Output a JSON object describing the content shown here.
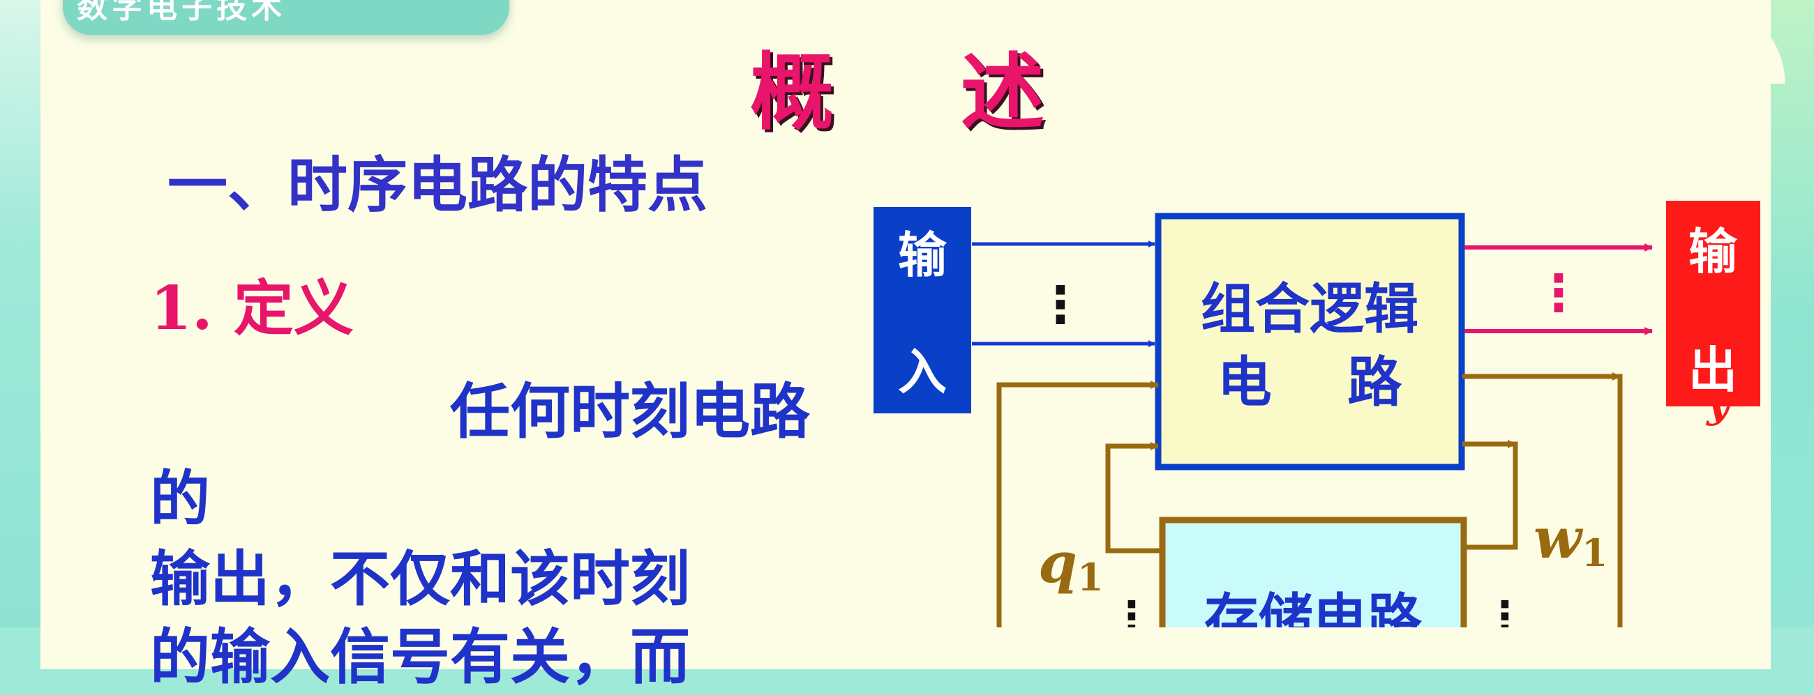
{
  "banner": {
    "text": "数字电子技术"
  },
  "slide": {
    "title": "概 述",
    "heading": "一、时序电路的特点",
    "definition_label": "1. 定义",
    "definition_lines": [
      "任何时刻电路",
      "的",
      "输出，不仅和该时刻",
      "的输入信号有关，而"
    ]
  },
  "diagram": {
    "input_label_top": "输",
    "input_label_bottom": "入",
    "output_label_top": "输",
    "output_label_bottom": "出",
    "logic_block_line1": "组合逻辑",
    "logic_block_line2": "电    路",
    "storage_block": "存储电路",
    "signal_q": "q",
    "signal_q_sub": "1",
    "signal_w": "w",
    "signal_w_sub": "1",
    "signal_y": "y",
    "ellipsis": "⋮",
    "colors": {
      "input": "#0a3fc8",
      "output": "#ff1a1a",
      "logic_fill": "#fafac8",
      "storage_fill": "#c9fbfb",
      "feedback": "#9a6a10",
      "output_arrow": "#e8156a"
    }
  }
}
